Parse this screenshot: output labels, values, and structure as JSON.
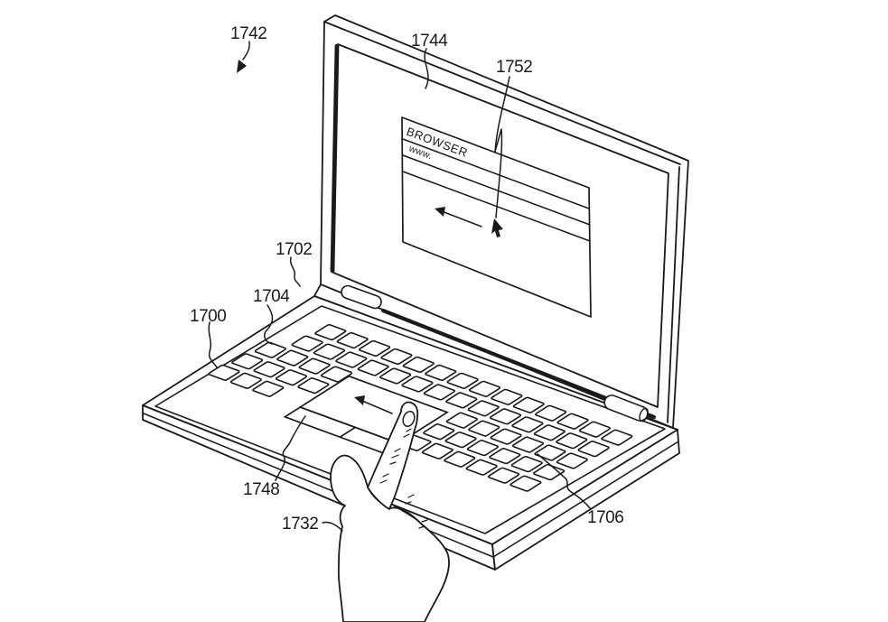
{
  "figure": {
    "kind": "patent-line-drawing",
    "reference_labels": {
      "l1700": "1700",
      "l1702": "1702",
      "l1704": "1704",
      "l1706": "1706",
      "l1732": "1732",
      "l1742": "1742",
      "l1744": "1744",
      "l1748": "1748",
      "l1752": "1752"
    },
    "screen_window": {
      "title_bar": "BROWSER",
      "address_bar": "www."
    },
    "colors": {
      "ink": "#1a1a1a",
      "paper": "#ffffff"
    }
  }
}
